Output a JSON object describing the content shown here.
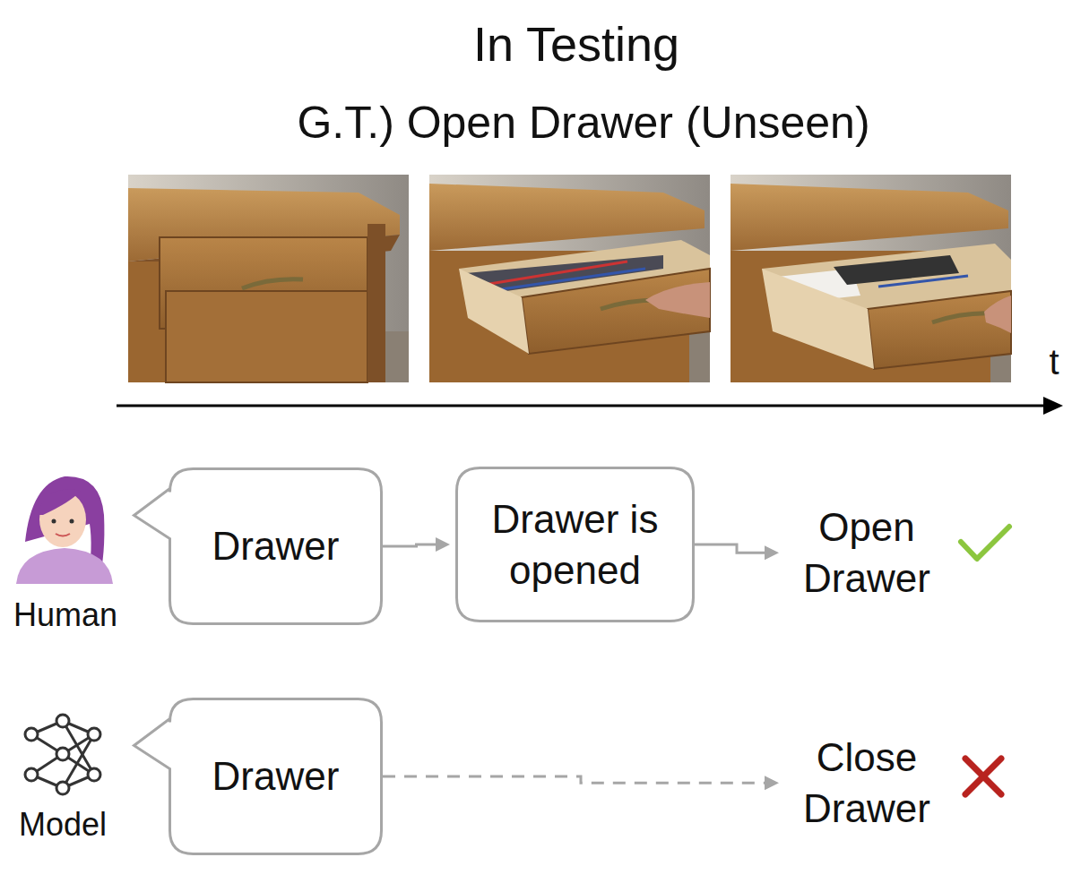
{
  "diagram": {
    "title": "In Testing",
    "nodes": [
      {
        "text": [
          "Drawer"
        ]
      },
      {
        "text": [
          "Drawer is opened"
        ]
      },
      {
        "text": [
          "Open Drawer"
        ]
      },
      {
        "text": [
          "Drawer"
        ]
      },
      {
        "text": [
          "Close Drawer"
        ]
      }
    ],
    "edges": [
      {
        "from": 0,
        "to": 1,
        "arrow": "to"
      },
      {
        "from": 1,
        "to": 2,
        "arrow": "to"
      },
      {
        "from": 3,
        "to": 4,
        "arrow": "to"
      }
    ],
    "labels": [
      "G.T.) Open Drawer (Unseen)",
      "t",
      "Human",
      "Model"
    ]
  }
}
